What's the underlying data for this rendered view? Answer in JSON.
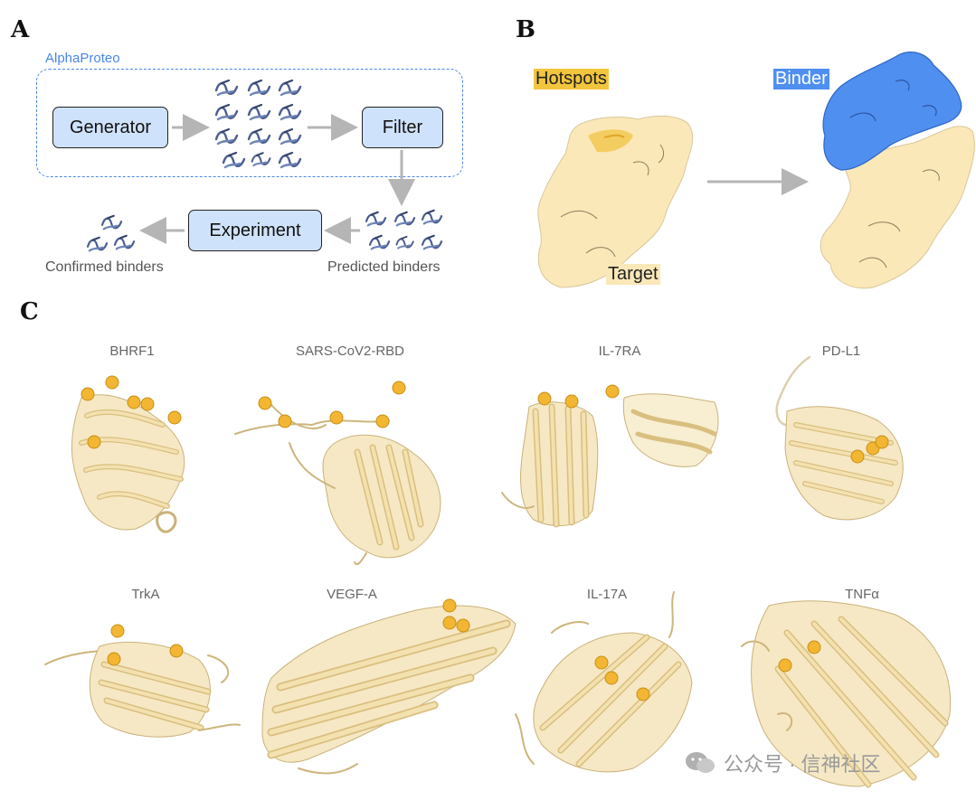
{
  "panels": {
    "a": "A",
    "b": "B",
    "c": "C"
  },
  "panel_a": {
    "group_label": "AlphaProteo",
    "generator": "Generator",
    "filter": "Filter",
    "experiment": "Experiment",
    "confirmed_caption": "Confirmed binders",
    "predicted_caption": "Predicted binders"
  },
  "panel_b": {
    "hotspots": "Hotspots",
    "binder": "Binder",
    "target": "Target"
  },
  "panel_c": {
    "proteins": [
      "BHRF1",
      "SARS-CoV2-RBD",
      "IL-7RA",
      "PD-L1",
      "TrkA",
      "VEGF-A",
      "IL-17A",
      "TNFα"
    ]
  },
  "watermark": "公众号 · 信神社区",
  "colors": {
    "accent_blue": "#4a86e8",
    "box_fill": "#cfe2fb",
    "target_fill": "#fbe8b8",
    "hotspot": "#f2b632",
    "binder": "#4f8ff0",
    "ribbon": "#f0dca6"
  }
}
